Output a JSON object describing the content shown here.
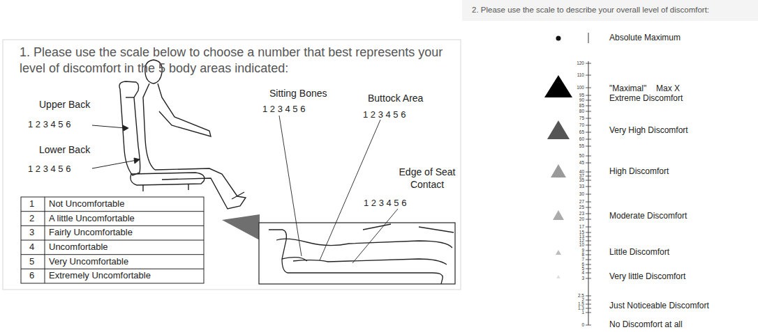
{
  "diagram": {
    "labels": [
      "1. Please use the scale below to choose a number that best represents your level of discomfort in the 5 body areas indicated:",
      "Upper Back",
      "1 2 3 4 5 6",
      "Lower Back",
      "1 2 3 4 5 6",
      "Sitting Bones",
      "1 2 3 4 5 6",
      "Buttock Area",
      "1 2 3 4 5 6",
      "Edge of Seat Contact",
      "1 2 3 4 5 6",
      "1",
      "Not Uncomfortable",
      "2",
      "A little Uncomfortable",
      "3",
      "Fairly Uncomfortable",
      "4",
      "Uncomfortable",
      "5",
      "Very Uncomfortable",
      "6",
      "Extremely Uncomfortable",
      "2. Please use the scale to describe your overall level of discomfort:",
      "Absolute Maximum",
      "120",
      "110",
      "100",
      "95",
      "90",
      "85",
      "80",
      "75",
      "70",
      "65",
      "60",
      "55",
      "50",
      "45",
      "40",
      "37",
      "35",
      "33",
      "30",
      "27",
      "25",
      "23",
      "20",
      "17",
      "15",
      "13",
      "12",
      "10",
      "9",
      "8",
      "7",
      "6",
      "5",
      "4",
      "3",
      "2.5",
      "2",
      "1.5",
      "1.3",
      "1",
      "0",
      "\"Maximal\"",
      "Max X",
      "Extreme Discomfort",
      "Very High Discomfort",
      "High Discomfort",
      "Moderate Discomfort",
      "Little Discomfort",
      "Very little Discomfort",
      "Just Noticeable Discomfort",
      "No Discomfort at all"
    ]
  }
}
